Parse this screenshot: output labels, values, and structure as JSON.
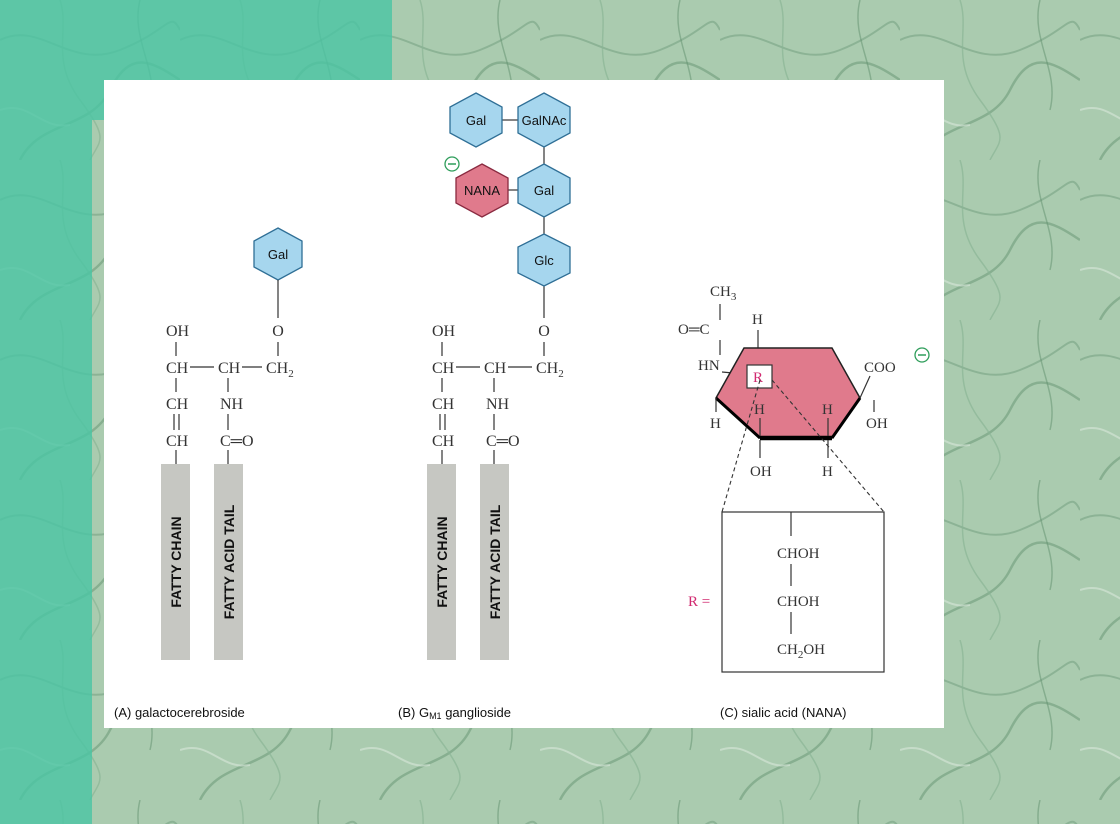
{
  "colors": {
    "teal": "#4cc4a4",
    "sugar_blue": "#a6d6ee",
    "nana_pink": "#e07a8c",
    "chain_gray": "#c6c7c2",
    "charge_green": "#2e9d5a",
    "accent_magenta": "#d12a70"
  },
  "panel_a": {
    "sugar": "Gal",
    "o": "O",
    "oh": "OH",
    "row_ch_left": "CH",
    "row_ch_mid": "CH",
    "row_ch2": "CH",
    "row_ch2_sub": "2",
    "ch_a": "CH",
    "nh": "NH",
    "ch_b": "CH",
    "c_eq_o": "C═O",
    "fatty_chain": "FATTY CHAIN",
    "fatty_acid_tail": "FATTY ACID TAIL",
    "caption": "(A) galactocerebroside"
  },
  "panel_b": {
    "sugars": {
      "gal_top": "Gal",
      "galnac": "GalNAc",
      "nana": "NANA",
      "gal_mid": "Gal",
      "glc": "Glc"
    },
    "o": "O",
    "oh": "OH",
    "row_ch_left": "CH",
    "row_ch_mid": "CH",
    "row_ch2": "CH",
    "row_ch2_sub": "2",
    "ch_a": "CH",
    "nh": "NH",
    "ch_b": "CH",
    "c_eq_o": "C═O",
    "fatty_chain": "FATTY CHAIN",
    "fatty_acid_tail": "FATTY ACID TAIL",
    "caption_prefix": "(B) G",
    "caption_sub": "M1",
    "caption_suffix": " ganglioside"
  },
  "panel_c": {
    "ch3": "CH",
    "ch3_sub": "3",
    "o_eq_c": "O═C",
    "hn": "HN",
    "h_top": "H",
    "r_box": "R",
    "coo": "COO",
    "h_left": "H",
    "h_in1": "H",
    "h_in2": "H",
    "oh_right": "OH",
    "oh_bottom": "OH",
    "h_bottom": "H",
    "r_equals": "R =",
    "chohs": [
      "CHOH",
      "CHOH"
    ],
    "ch2oh_a": "CH",
    "ch2oh_sub": "2",
    "ch2oh_b": "OH",
    "caption": "(C) sialic acid (NANA)"
  }
}
